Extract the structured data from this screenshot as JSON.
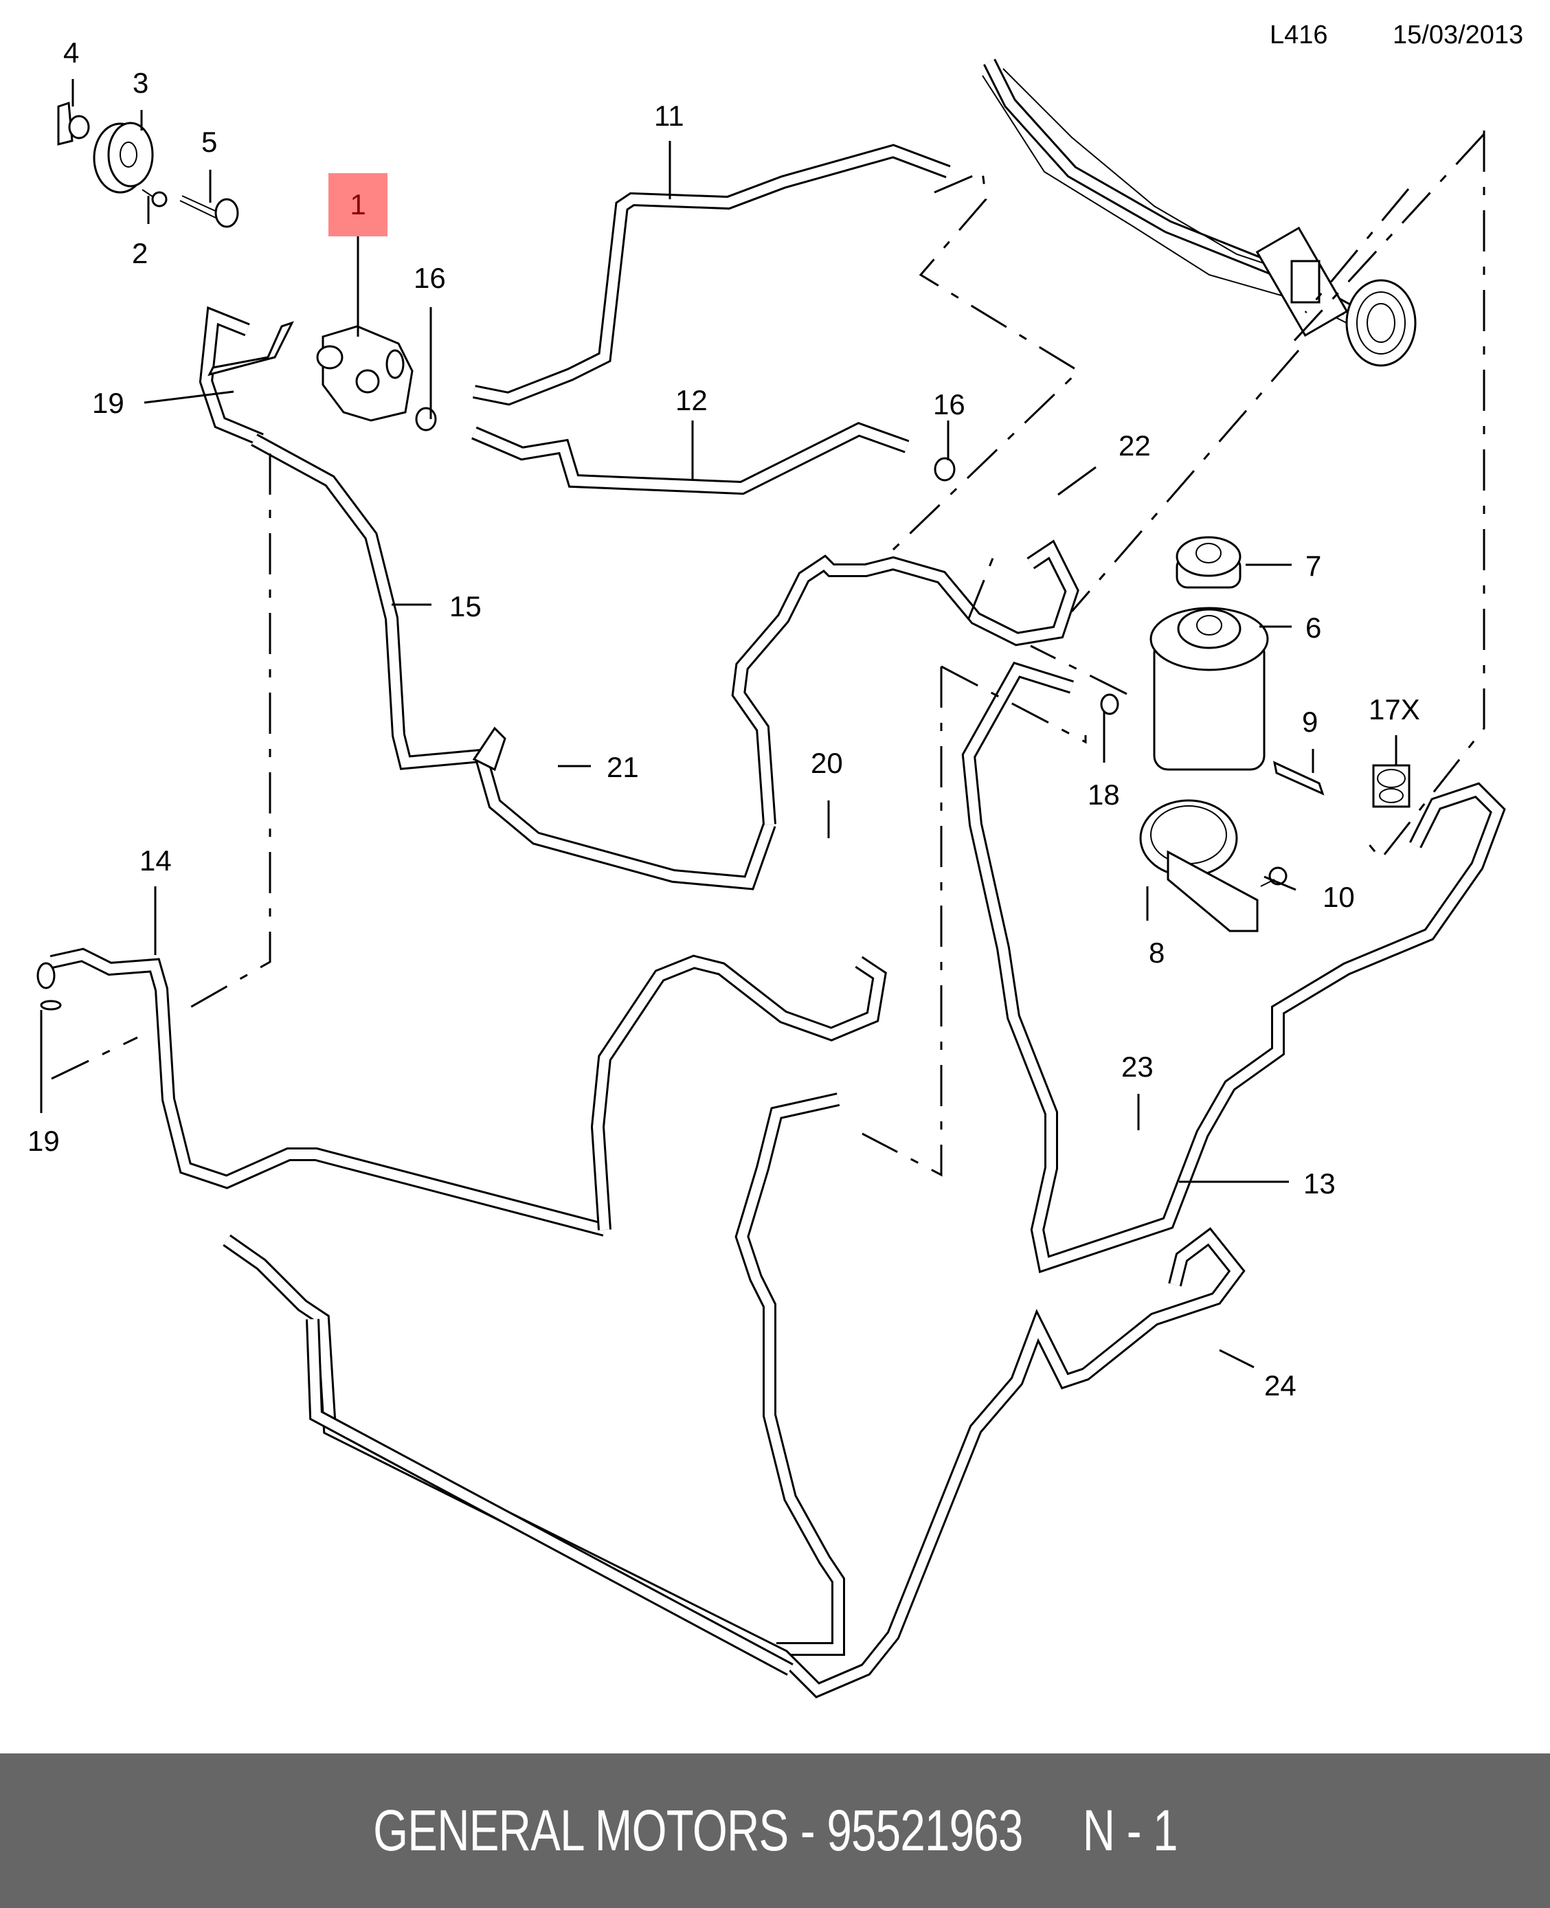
{
  "header": {
    "code": "L416",
    "date": "15/03/2013"
  },
  "callouts": {
    "c1": "1",
    "c2": "2",
    "c3": "3",
    "c4": "4",
    "c5": "5",
    "c6": "6",
    "c7": "7",
    "c8": "8",
    "c9": "9",
    "c10": "10",
    "c11": "11",
    "c12": "12",
    "c13": "13",
    "c14": "14",
    "c15": "15",
    "c16a": "16",
    "c16b": "16",
    "c17x": "17X",
    "c18": "18",
    "c19a": "19",
    "c19b": "19",
    "c20": "20",
    "c21": "21",
    "c22": "22",
    "c23": "23",
    "c24": "24"
  },
  "highlight": {
    "part_number": "1",
    "color": "#ff8585",
    "text_color": "#8b0000"
  },
  "footer": {
    "text": "GENERAL MOTORS - 95521963     N - 1",
    "background": "#666666"
  }
}
